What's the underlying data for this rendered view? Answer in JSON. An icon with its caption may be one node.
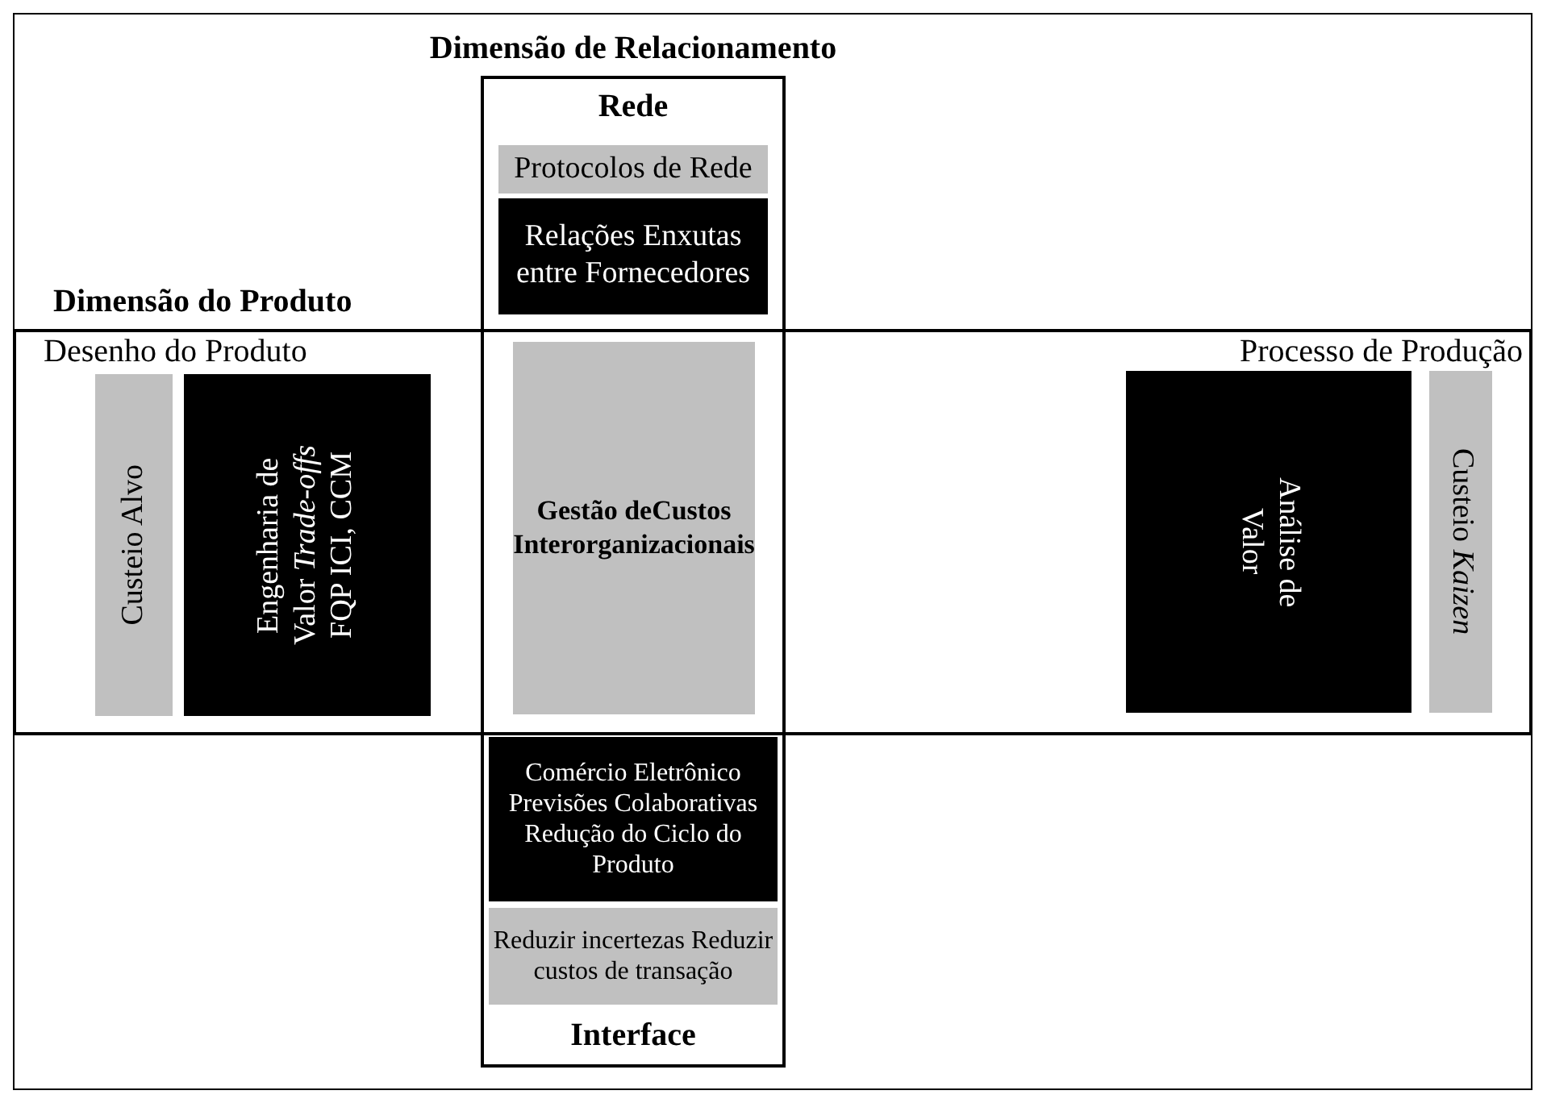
{
  "diagram": {
    "nodes": [
      {
        "text": [
          "Dimensão de Relacionamento",
          "Rede",
          "Interface"
        ]
      },
      {
        "text": [
          "Dimensão do Produto",
          "Desenho do Produto",
          "Processo de Produção"
        ]
      },
      {
        "text": [
          "Protocolos de Rede"
        ],
        "in": 0
      },
      {
        "text": [
          "Relações Enxutas entre Fornecedores"
        ],
        "in": 0
      },
      {
        "text": [
          "Custeio Alvo"
        ],
        "in": 1
      },
      {
        "text": [
          "Engenharia de Valor *Trade-offs* FQP ICI, CCM"
        ],
        "in": 1
      },
      {
        "text": [
          "Gestão deCustos Interorganizacionais"
        ]
      },
      {
        "text": [
          "Análise de Valor"
        ],
        "in": 1
      },
      {
        "text": [
          "Custeio *Kaizen*"
        ],
        "in": 1
      },
      {
        "text": [
          "Comércio Eletrônico Previsões Colaborativas Redução do Ciclo do Produto"
        ],
        "in": 0
      },
      {
        "text": [
          "Reduzir incertezas Reduzir custos de transação"
        ],
        "in": 0
      }
    ],
    "edges": []
  }
}
